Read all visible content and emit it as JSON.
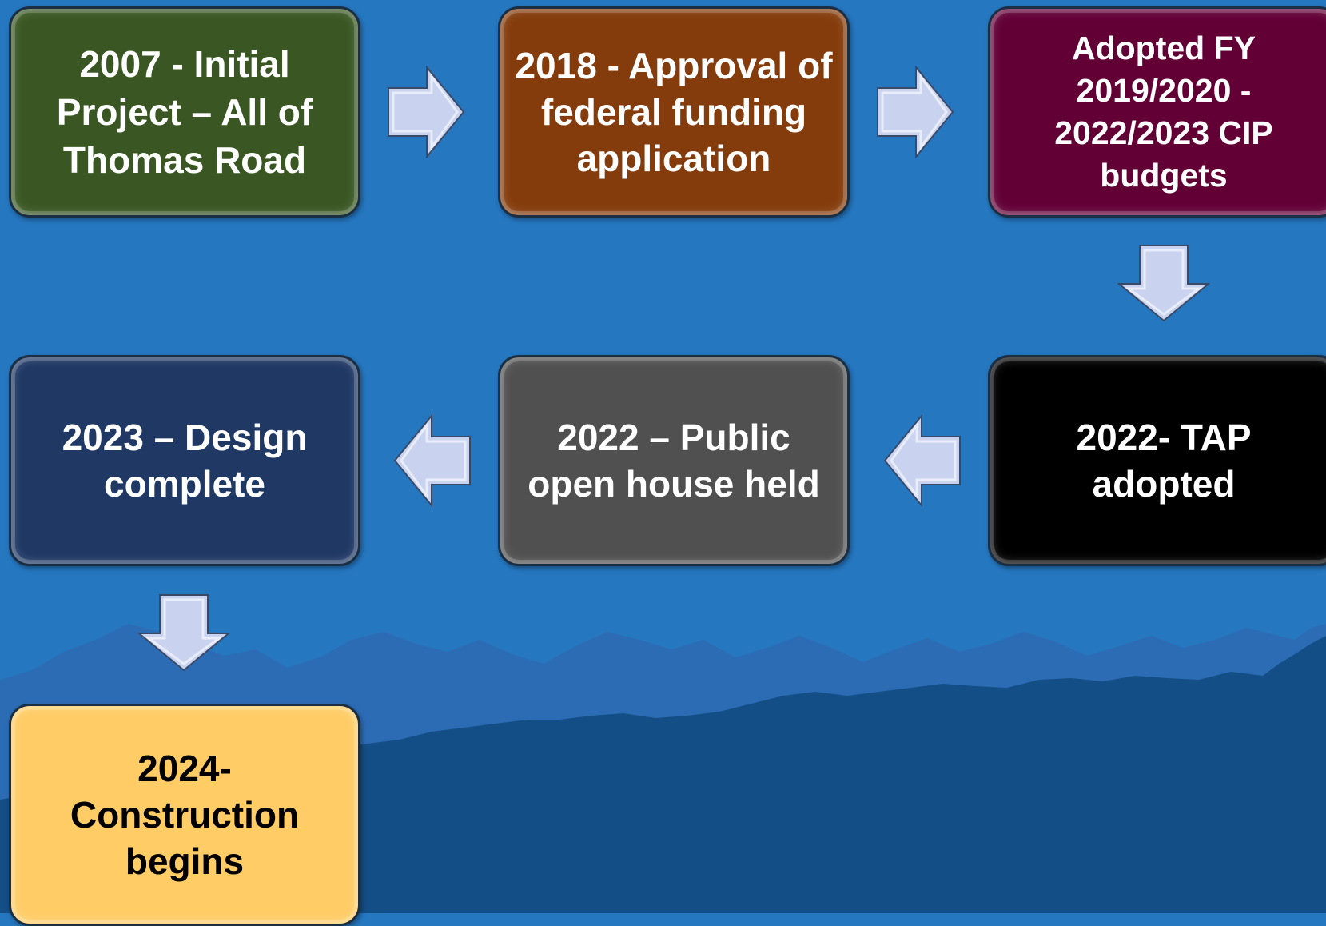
{
  "colors": {
    "background": "#2577c0",
    "mountains_far": "#2c6cb5",
    "mountains_near": "#144e86",
    "arrow_fill": "#c9d3ef",
    "step_colors": [
      "#3a5723",
      "#843c0c",
      "#620036",
      "#000000",
      "#505050",
      "#1f3864",
      "#ffcc66"
    ]
  },
  "steps": [
    {
      "label": "2007 - Initial Project – All of Thomas Road"
    },
    {
      "label": "2018 - Approval of federal funding application"
    },
    {
      "label": "Adopted FY 2019/2020 - 2022/2023 CIP budgets"
    },
    {
      "label": "2022- TAP adopted"
    },
    {
      "label": "2022 – Public open house held"
    },
    {
      "label": "2023 – Design complete"
    },
    {
      "label": "2024- Construction begins"
    }
  ],
  "arrows": [
    {
      "icon": "right-arrow-icon"
    },
    {
      "icon": "right-arrow-icon"
    },
    {
      "icon": "down-arrow-icon"
    },
    {
      "icon": "left-arrow-icon"
    },
    {
      "icon": "left-arrow-icon"
    },
    {
      "icon": "down-arrow-icon"
    }
  ]
}
